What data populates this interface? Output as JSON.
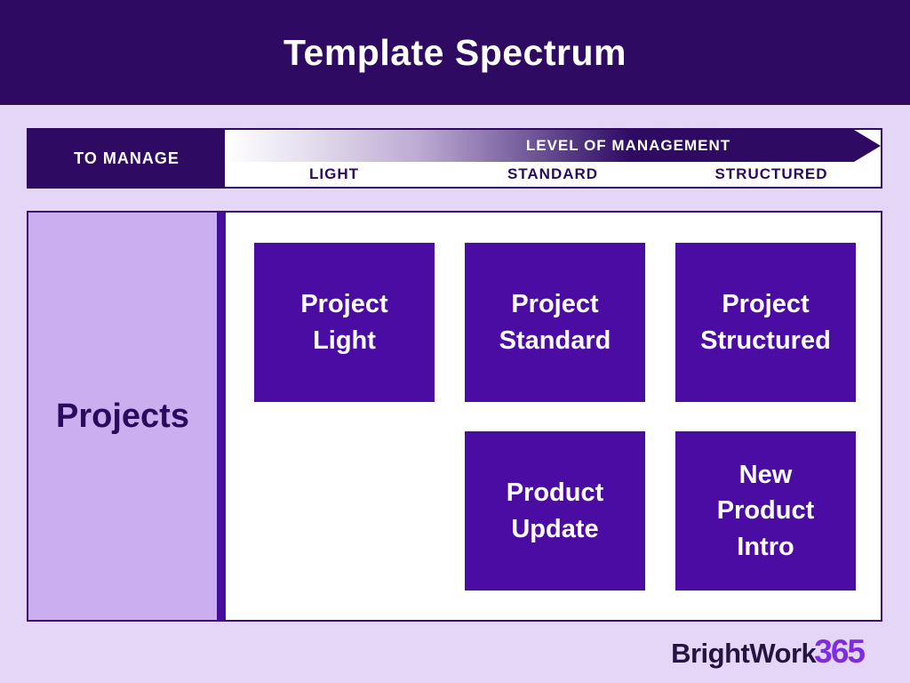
{
  "header": {
    "title": "Template Spectrum"
  },
  "spectrum_bar": {
    "row_axis_label": "TO MANAGE",
    "arrow_label": "LEVEL OF MANAGEMENT",
    "levels": [
      {
        "label": "LIGHT"
      },
      {
        "label": "STANDARD"
      },
      {
        "label": "STRUCTURED"
      }
    ]
  },
  "matrix": {
    "row_header": "Projects",
    "cells": [
      {
        "label": "Project Light",
        "column": "LIGHT",
        "row": 1
      },
      {
        "label": "Project Standard",
        "column": "STANDARD",
        "row": 1
      },
      {
        "label": "Project Structured",
        "column": "STRUCTURED",
        "row": 1
      },
      {
        "label": "Product Update",
        "column": "STANDARD",
        "row": 2
      },
      {
        "label": "New Product Intro",
        "column": "STRUCTURED",
        "row": 2
      }
    ]
  },
  "logo": {
    "brand": "BrightWork",
    "suffix": "365"
  },
  "colors": {
    "header_bg": "#2E0A63",
    "page_bg": "#E4D6F6",
    "row_header_bg": "#CBAEF0",
    "divider": "#470E9C",
    "box_bg": "#4B0CA3",
    "dark_text": "#2A0A5E",
    "logo_brand": "#231442",
    "logo_suffix": "#7E2BE2"
  }
}
